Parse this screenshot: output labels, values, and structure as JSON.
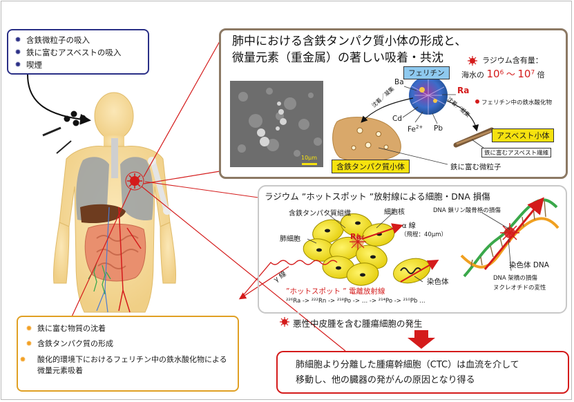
{
  "inputs_box": {
    "items": [
      "含鉄微粒子の吸入",
      "鉄に富むアスベストの吸入",
      "喫煙"
    ]
  },
  "ferritin_box": {
    "title_line1": "肺中における含鉄タンパク質小体の形成と、",
    "title_line2": "微量元素（重金属）の著しい吸着・共沈",
    "radium_label": "ラジウム含有量：",
    "radium_sea_prefix": "海水の",
    "radium_range_a": "10",
    "radium_sup_a": "6",
    "radium_sep": "～",
    "radium_range_b": "10",
    "radium_sup_b": "7",
    "radium_suffix": "倍",
    "ferritin_label": "フェリチン",
    "iron_oxide_label": "フェリチン中の鉄水酸化物",
    "elem_ba": "Ba",
    "elem_ra": "Ra",
    "elem_cd": "Cd",
    "elem_fe": "Fe",
    "elem_fe_sup": "2+",
    "elem_pb": "Pb",
    "adsorb_left": "沈着／凝集",
    "adsorb_right": "沈着／凝集",
    "asbestos_body_label": "アスベスト小体",
    "asbestos_fiber_label": "鉄に富むアスベスト繊維",
    "protein_body_label": "含鉄タンパク質小体",
    "iron_particle_label": "鉄に富む微粒子",
    "scale_label": "10μm"
  },
  "radium_box": {
    "title": "ラジウム ”ホットスポット ”放射線による細胞・DNA 損傷",
    "protein_tissue": "含鉄タンパク質組織",
    "nucleus": "細胞核",
    "lung_cell": "肺細胞",
    "ra": "Ra",
    "alpha_ray": "α 線",
    "range": "（飛程：40μm）",
    "gamma_ray": "γ 線",
    "chromosome": "染色体",
    "hotspot_label": "”ホットスポット ” 電離放射線",
    "decay_chain": "²²⁶Ra -> ²²²Rn -> ²¹⁸Po -> … -> ²¹⁴Po -> ²¹⁰Pb …",
    "dna_backbone": "DNA 鎖リン酸骨格の損傷",
    "chromosome_dna": "染色体 DNA",
    "dna_bridge": "DNA 架橋の損傷",
    "nucleotide": "ヌクレオチドの変性"
  },
  "tumor_line": "悪性中皮腫を含む腫瘍細胞の発生",
  "deposit_box": {
    "items": [
      "鉄に富む物質の沈着",
      "含鉄タンパク質の形成",
      "酸化的環境下におけるフェリチン中の鉄水酸化物による微量元素吸着"
    ]
  },
  "ctc_box": {
    "line1": "肺細胞より分離した腫瘍幹細胞（CTC）は血流を介して",
    "line2": "移動し、他の臓器の発がんの原因となり得る"
  },
  "colors": {
    "navy": "#2a2f86",
    "red": "#d41b1b",
    "orange": "#f2a024",
    "brown_frame": "#8c7964",
    "yellow": "#f6e20f",
    "skin": "#f5dca0"
  }
}
